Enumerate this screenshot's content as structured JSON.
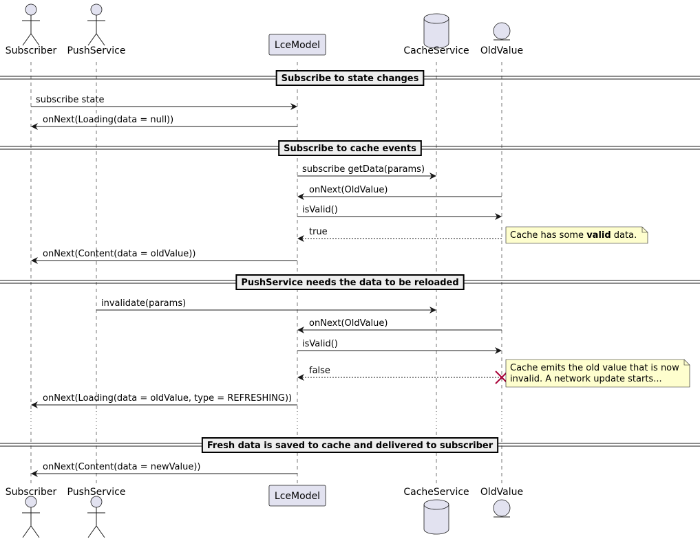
{
  "participants": [
    {
      "id": "subscriber",
      "label": "Subscriber",
      "kind": "actor"
    },
    {
      "id": "pushservice",
      "label": "PushService",
      "kind": "actor"
    },
    {
      "id": "lcemodel",
      "label": "LceModel",
      "kind": "participant"
    },
    {
      "id": "cacheservice",
      "label": "CacheService",
      "kind": "database"
    },
    {
      "id": "oldvalue",
      "label": "OldValue",
      "kind": "entity"
    }
  ],
  "dividers": [
    {
      "label": "Subscribe to state changes"
    },
    {
      "label": "Subscribe to cache events"
    },
    {
      "label": "PushService needs the data to be reloaded"
    },
    {
      "label": "Fresh data is saved to cache and delivered to subscriber"
    }
  ],
  "messages": [
    {
      "from": "subscriber",
      "to": "lcemodel",
      "label": "subscribe state",
      "style": "solid"
    },
    {
      "from": "lcemodel",
      "to": "subscriber",
      "label": "onNext(Loading(data = null))",
      "style": "solid"
    },
    {
      "from": "lcemodel",
      "to": "cacheservice",
      "label": "subscribe getData(params)",
      "style": "solid"
    },
    {
      "from": "oldvalue",
      "to": "lcemodel",
      "label": "onNext(OldValue)",
      "style": "solid"
    },
    {
      "from": "lcemodel",
      "to": "oldvalue",
      "label": "isValid()",
      "style": "solid"
    },
    {
      "from": "oldvalue",
      "to": "lcemodel",
      "label": "true",
      "style": "dashed"
    },
    {
      "from": "lcemodel",
      "to": "subscriber",
      "label": "onNext(Content(data = oldValue))",
      "style": "solid"
    },
    {
      "from": "pushservice",
      "to": "cacheservice",
      "label": "invalidate(params)",
      "style": "solid"
    },
    {
      "from": "oldvalue",
      "to": "lcemodel",
      "label": "onNext(OldValue)",
      "style": "solid"
    },
    {
      "from": "lcemodel",
      "to": "oldvalue",
      "label": "isValid()",
      "style": "solid"
    },
    {
      "from": "oldvalue",
      "to": "lcemodel",
      "label": "false",
      "style": "dashed",
      "destroy": true
    },
    {
      "from": "lcemodel",
      "to": "subscriber",
      "label": "onNext(Loading(data = oldValue, type = REFRESHING))",
      "style": "solid"
    },
    {
      "from": "lcemodel",
      "to": "subscriber",
      "label": "onNext(Content(data = newValue))",
      "style": "solid"
    }
  ],
  "notes": [
    {
      "lines": [
        [
          {
            "t": "Cache has some "
          },
          {
            "t": "valid",
            "bold": true
          },
          {
            "t": " data."
          }
        ]
      ]
    },
    {
      "lines": [
        [
          {
            "t": "Cache emits the old value that is now"
          }
        ],
        [
          {
            "t": "invalid. A network update starts..."
          }
        ]
      ]
    }
  ],
  "colors": {
    "participant_fill": "#E2E2F0",
    "note_fill": "#FEFECE",
    "divider_fill": "#EEEEEE",
    "line": "#181818",
    "destroy": "#A80036"
  }
}
